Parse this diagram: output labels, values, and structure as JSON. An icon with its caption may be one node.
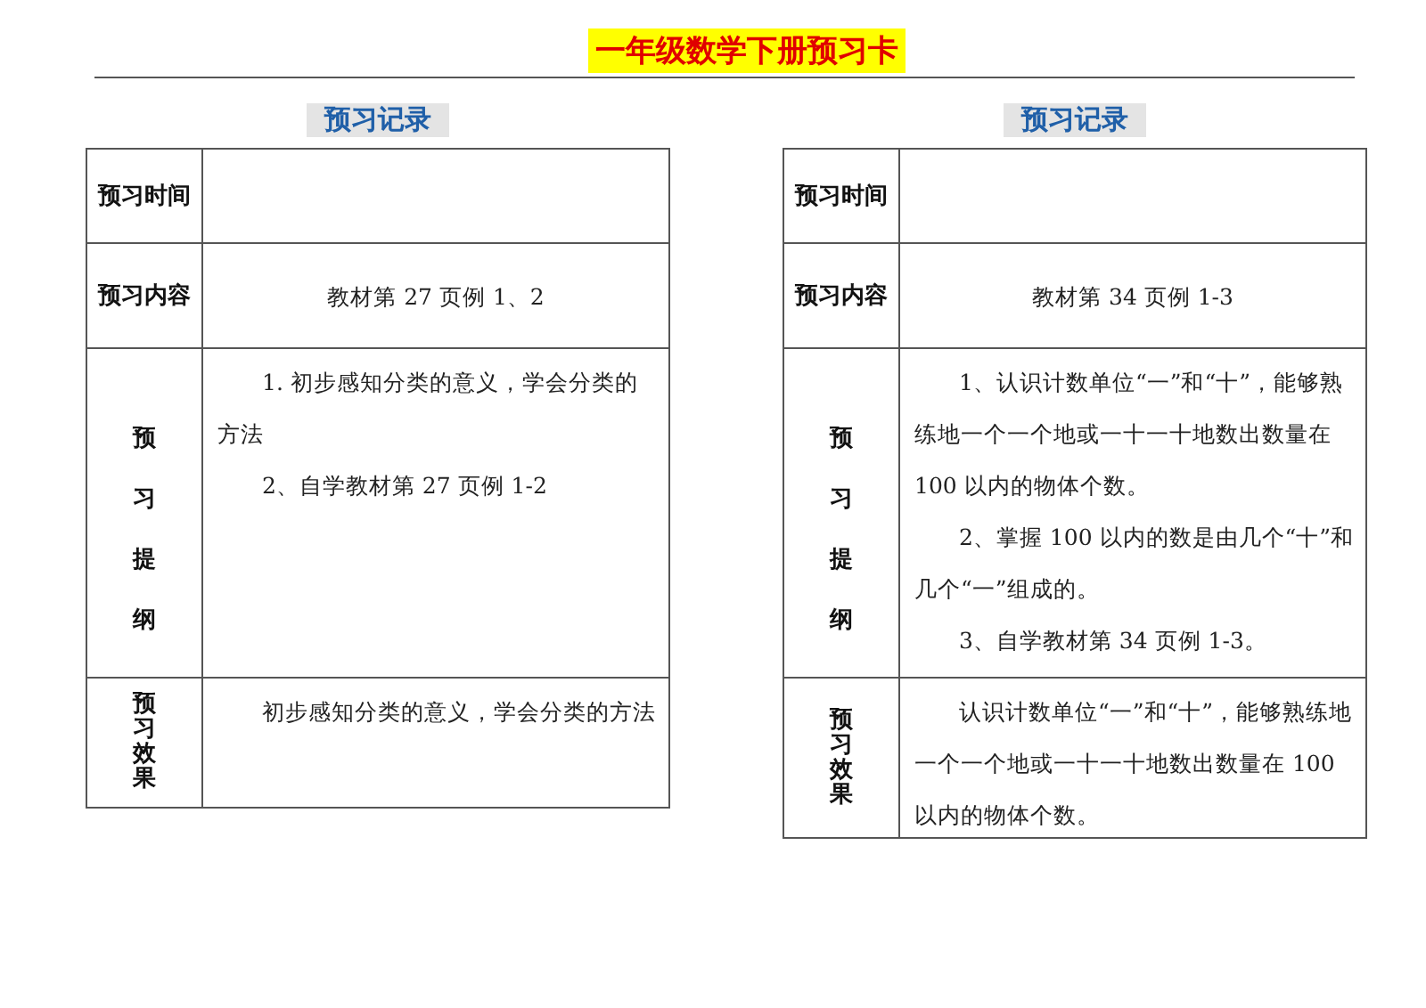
{
  "diagram": {
    "title": "一年级数学下册预习卡",
    "labels": [
      "预习记录",
      "预习时间",
      "预习内容",
      "教材第 27 页例 1、2",
      "预习提纲",
      "1. 初步感知分类的意义，学会分类的方法",
      "2、自学教材第 27 页例 1-2",
      "预习效果",
      "初步感知分类的意义，学会分类的方法",
      "预习记录",
      "预习时间",
      "预习内容",
      "教材第 34 页例 1-3",
      "预习提纲",
      "1、认识计数单位“一”和“十”，能够熟练地一个一个地或一十一十地数出数量在 100 以内的物体个数。",
      "2、掌握 100 以内的数是由几个“十”和几个“一”组成的。",
      "3、自学教材第 34 页例 1-3。",
      "预习效果",
      "认识计数单位“一”和“十”，能够熟练地一个一个地或一十一十地数出数量在 100 以内的物体个数。"
    ]
  }
}
